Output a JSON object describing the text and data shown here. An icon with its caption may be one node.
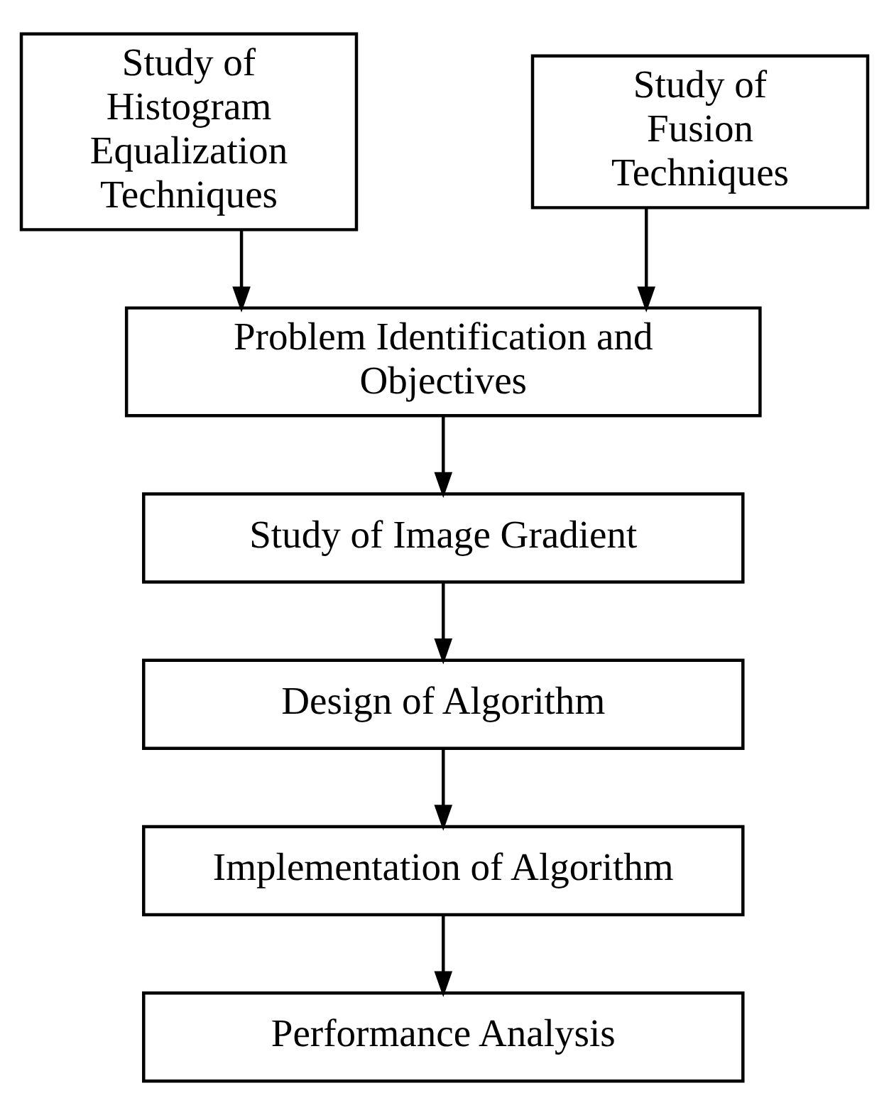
{
  "diagram": {
    "nodes": [
      {
        "text": [
          "Study of Histogram Equalization Techniques"
        ]
      },
      {
        "text": [
          "Study of Fusion Techniques"
        ]
      },
      {
        "text": [
          "Problem Identification and Objectives"
        ]
      },
      {
        "text": [
          "Study of Image Gradient"
        ]
      },
      {
        "text": [
          "Design of Algorithm"
        ]
      },
      {
        "text": [
          "Implementation of Algorithm"
        ]
      },
      {
        "text": [
          "Performance Analysis"
        ]
      }
    ],
    "edges": [
      {
        "from": 0,
        "to": 2,
        "arrow": "to"
      },
      {
        "from": 1,
        "to": 2,
        "arrow": "to"
      },
      {
        "from": 2,
        "to": 3,
        "arrow": "to"
      },
      {
        "from": 3,
        "to": 4,
        "arrow": "to"
      },
      {
        "from": 4,
        "to": 5,
        "arrow": "to"
      },
      {
        "from": 5,
        "to": 6,
        "arrow": "to"
      }
    ]
  }
}
